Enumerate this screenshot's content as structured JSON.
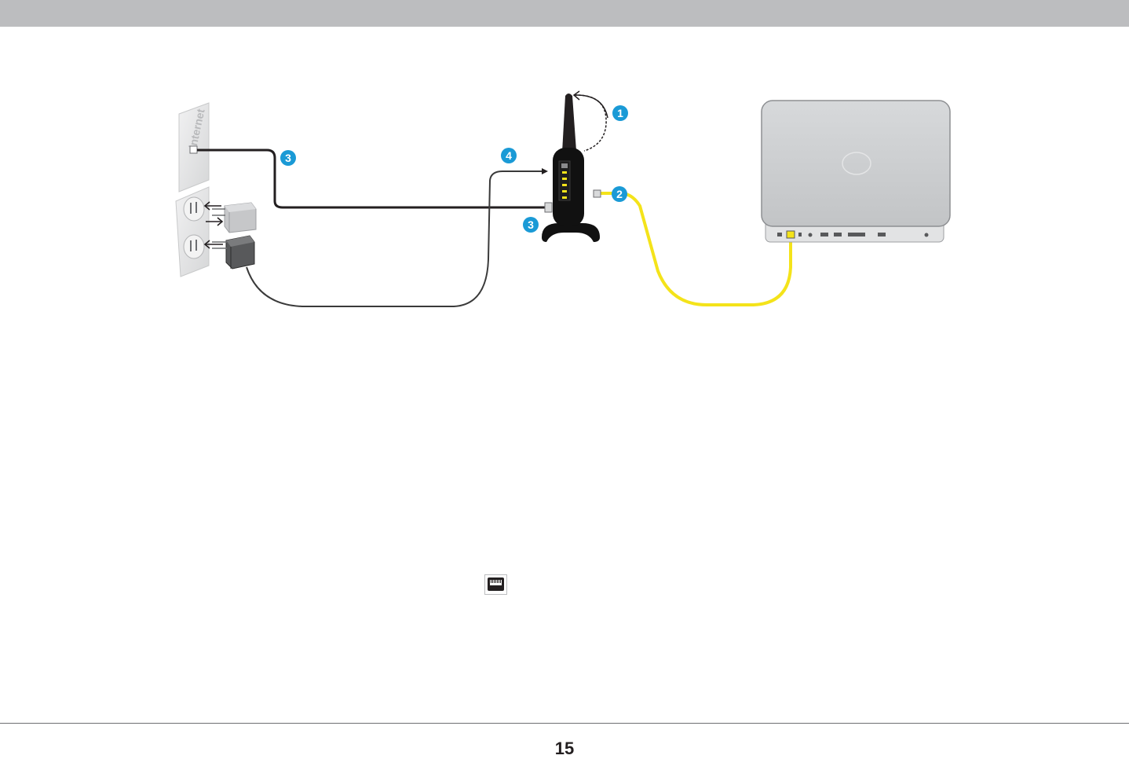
{
  "wall_jack": {
    "label": "internet"
  },
  "steps": {
    "step_1": "1",
    "step_2": "2",
    "step_3_wall": "3",
    "step_3_router": "3",
    "step_4": "4"
  },
  "colors": {
    "header_bar": "#bcbdbf",
    "step_badge": "#1a9ad6",
    "ethernet_cable_yellow": "#f4e31a",
    "internet_cable": "#231f20",
    "power_cable": "#3a3a3a",
    "router_body": "#111111",
    "laptop_lid": "#c9cbcd"
  },
  "icons": {
    "ethernet_port_icon": "ethernet-port-icon"
  },
  "footer": {
    "page_number": "15"
  }
}
